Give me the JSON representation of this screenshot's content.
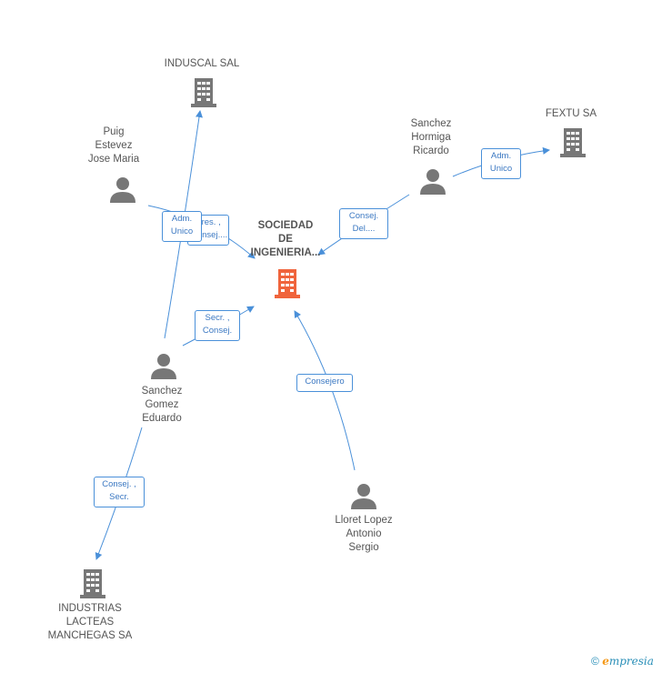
{
  "nodes": {
    "center": {
      "label": "SOCIEDAD\nDE\nINGENIERIA...",
      "color": "#f0643c"
    },
    "induscal": {
      "label": "INDUSCAL SAL"
    },
    "fextu": {
      "label": "FEXTU SA"
    },
    "industrias": {
      "label": "INDUSTRIAS\nLACTEAS\nMANCHEGAS SA"
    },
    "puig": {
      "label": "Puig\nEstevez\nJose Maria"
    },
    "sanchez_hormiga": {
      "label": "Sanchez\nHormiga\nRicardo"
    },
    "sanchez_gomez": {
      "label": "Sanchez\nGomez\nEduardo"
    },
    "lloret": {
      "label": "Lloret Lopez\nAntonio\nSergio"
    }
  },
  "edges": {
    "puig_center": "Pres. ,\nConsej....",
    "gomez_induscal": "Adm.\nUnico",
    "hormiga_center": "Consej.\nDel....",
    "hormiga_fextu": "Adm.\nUnico",
    "gomez_center": "Secr. ,\nConsej.",
    "lloret_center": "Consejero",
    "gomez_industrias": "Consej. ,\nSecr."
  },
  "colors": {
    "edge": "#4a90d9",
    "icon": "#777777",
    "accent": "#f0643c"
  },
  "footer": {
    "copyright": "©",
    "brand_first": "e",
    "brand_rest": "mpresia"
  }
}
